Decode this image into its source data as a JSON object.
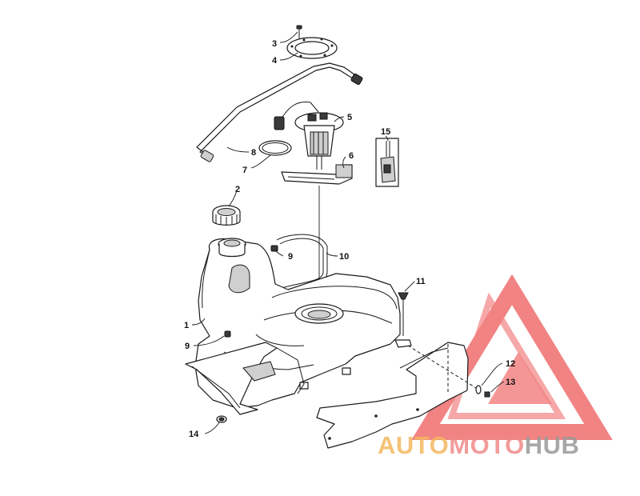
{
  "callouts": {
    "c1": "1",
    "c2": "2",
    "c3": "3",
    "c4": "4",
    "c5": "5",
    "c6": "6",
    "c7": "7",
    "c8": "8",
    "c9a": "9",
    "c9b": "9",
    "c10": "10",
    "c11": "11",
    "c12": "12",
    "c13": "13",
    "c14": "14",
    "c15": "15"
  },
  "watermark": {
    "part1": "AUTO",
    "part2": "MOTO",
    "part3": "HUB",
    "color1": "#f4b860",
    "color2": "#f08a8a",
    "color3": "#9a9a9a",
    "logo_color": "#ee5a5a"
  }
}
